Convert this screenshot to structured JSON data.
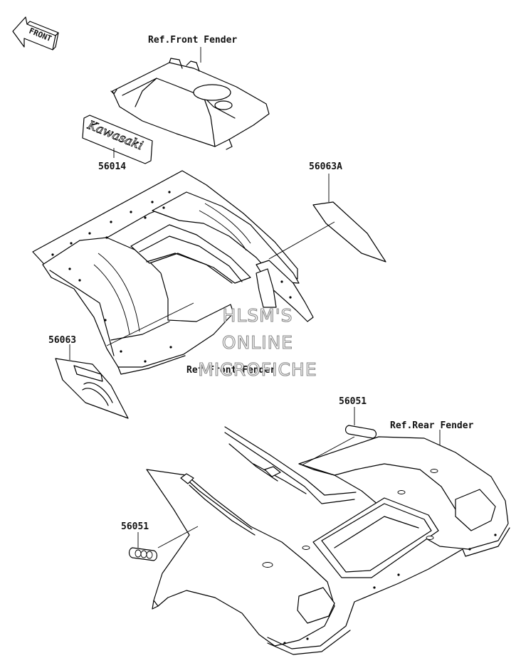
{
  "direction_arrow": {
    "label": "FRONT"
  },
  "references": {
    "front_fender_top": "Ref.Front Fender",
    "front_fender_mid": "Ref.Front Fender",
    "rear_fender": "Ref.Rear Fender"
  },
  "parts": {
    "decal_kawasaki_no": "56014",
    "decal_kawasaki_text": "Kawasaki",
    "decal_right_no": "56063A",
    "decal_left_no": "56063",
    "label_top_no": "56051",
    "label_bottom_no": "56051"
  },
  "watermark": {
    "line1": "HLSM'S",
    "line2": "ONLINE",
    "line3": "MICROFICHE"
  }
}
